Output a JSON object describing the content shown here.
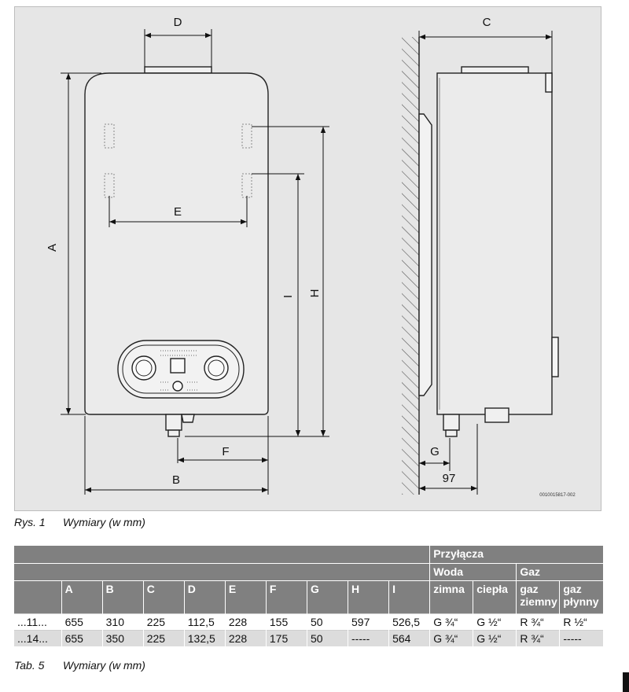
{
  "figure": {
    "dimension_letters": {
      "A": "A",
      "B": "B",
      "C": "C",
      "D": "D",
      "E": "E",
      "F": "F",
      "G": "G",
      "H": "H",
      "I": "I",
      "depth": "97"
    },
    "image_code": "0010015817-002",
    "caption_number": "Rys. 1",
    "caption_text": "Wymiary (w mm)"
  },
  "table": {
    "group_header": "Przyłącza",
    "subgroup_water": "Woda",
    "subgroup_gas": "Gaz",
    "columns": [
      "",
      "A",
      "B",
      "C",
      "D",
      "E",
      "F",
      "G",
      "H",
      "I",
      "zimna",
      "ciepła",
      "gaz ziemny",
      "gaz płynny"
    ],
    "rows": [
      [
        "...11...",
        "655",
        "310",
        "225",
        "112,5",
        "228",
        "155",
        "50",
        "597",
        "526,5",
        "G ¾“",
        "G ½“",
        "R ¾“",
        "R ½“"
      ],
      [
        "...14...",
        "655",
        "350",
        "225",
        "132,5",
        "228",
        "175",
        "50",
        "-----",
        "564",
        "G ¾“",
        "G ½“",
        "R ¾“",
        "-----"
      ]
    ],
    "caption_number": "Tab. 5",
    "caption_text": "Wymiary (w mm)"
  },
  "colors": {
    "figure_background": "#e6e6e6",
    "table_header": "#808080",
    "row_alt": "#dcdcdc"
  }
}
